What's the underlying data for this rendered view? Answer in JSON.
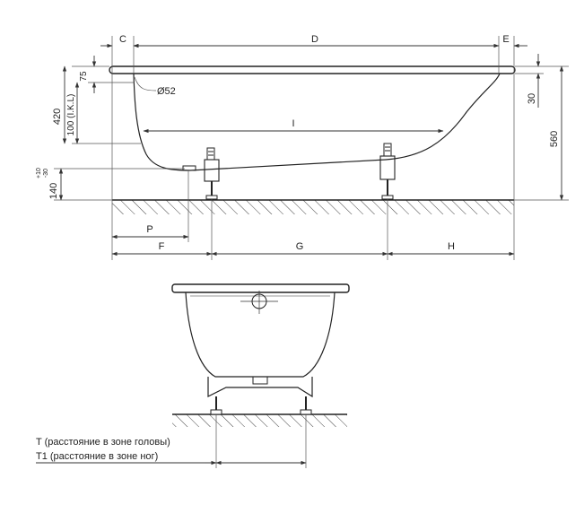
{
  "side_view": {
    "top_labels": {
      "c": "C",
      "d": "D",
      "e": "E"
    },
    "bottom_labels": {
      "p": "P",
      "f": "F",
      "g": "G",
      "h": "H"
    },
    "inner_label": "I",
    "drain_label": "Ø52",
    "left_dims": {
      "d75": "75",
      "d420": "420",
      "d100": "100 (I.K.L)",
      "d140": "140",
      "tol_plus": "+10",
      "tol_minus": "-30"
    },
    "right_dims": {
      "d30": "30",
      "d560": "560"
    }
  },
  "front_view": {
    "legend_t": "T (расстояние в зоне головы)",
    "legend_t1": "T1 (расстояние в зоне ног)"
  }
}
